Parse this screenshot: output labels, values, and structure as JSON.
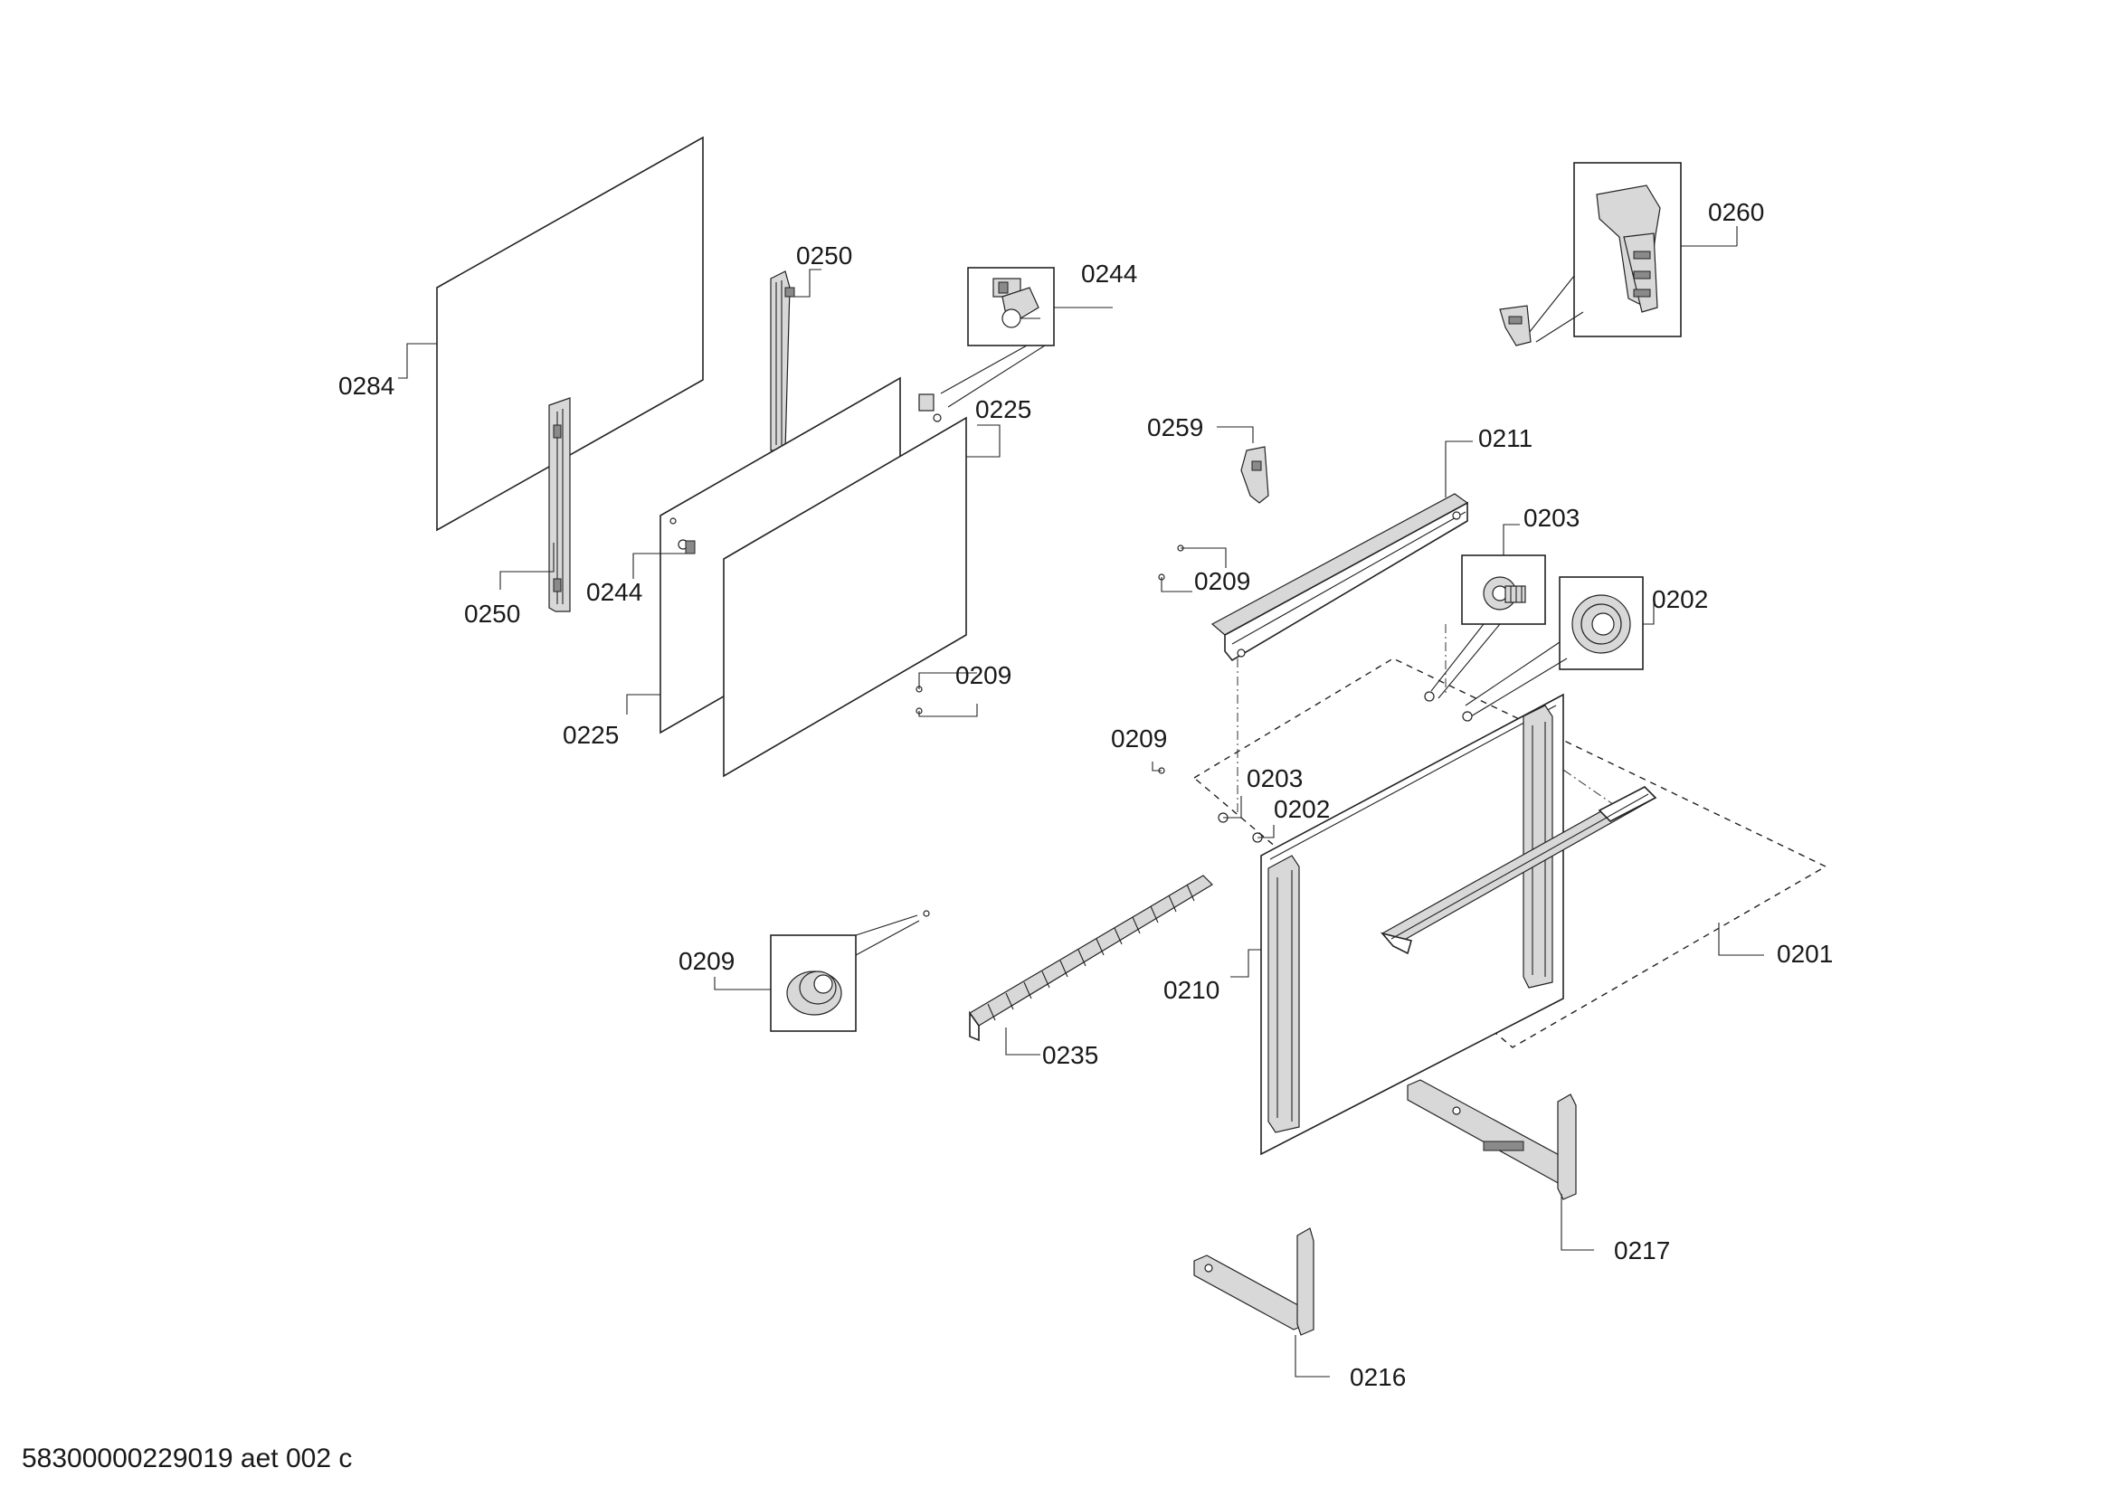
{
  "labels": {
    "l0284": "0284",
    "l0250a": "0250",
    "l0250b": "0250",
    "l0244a": "0244",
    "l0244b": "0244",
    "l0225a": "0225",
    "l0225b": "0225",
    "l0209a": "0209",
    "l0209b": "0209",
    "l0209c": "0209",
    "l0209d": "0209",
    "l0259": "0259",
    "l0211": "0211",
    "l0203a": "0203",
    "l0203b": "0203",
    "l0202a": "0202",
    "l0202b": "0202",
    "l0260": "0260",
    "l0201": "0201",
    "l0210": "0210",
    "l0235": "0235",
    "l0217": "0217",
    "l0216": "0216"
  },
  "footer": {
    "code": "58300000229019 aet 002 c"
  }
}
